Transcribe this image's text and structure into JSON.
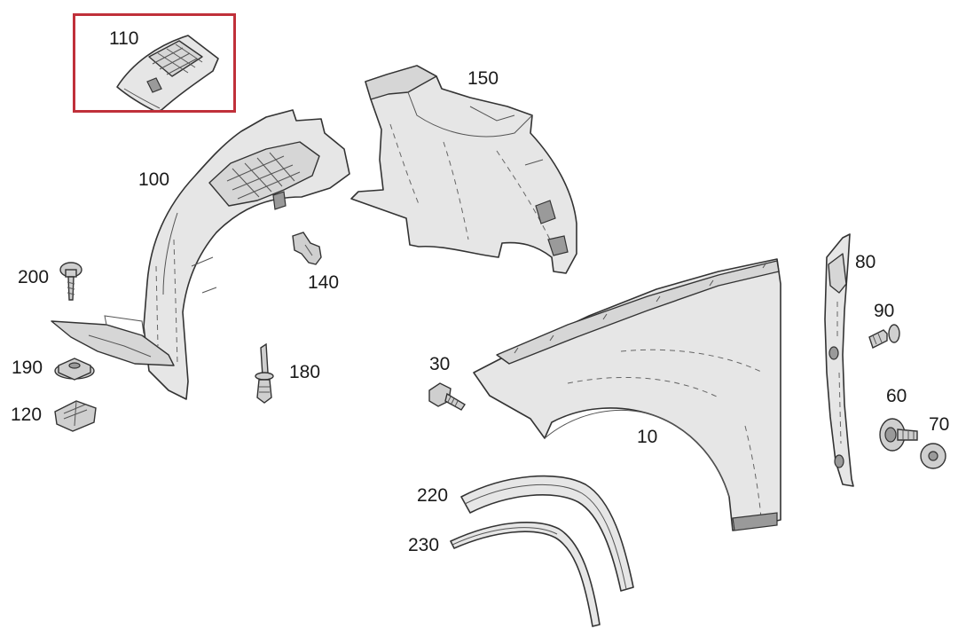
{
  "callouts": {
    "p110": "110",
    "p150": "150",
    "p100": "100",
    "p200": "200",
    "p140": "140",
    "p190": "190",
    "p180": "180",
    "p120": "120",
    "p80": "80",
    "p90": "90",
    "p30": "30",
    "p60": "60",
    "p70": "70",
    "p10": "10",
    "p220": "220",
    "p230": "230"
  },
  "colors": {
    "highlight": "#c0303a",
    "part_fill": "#e6e6e6",
    "outline": "#333333"
  }
}
